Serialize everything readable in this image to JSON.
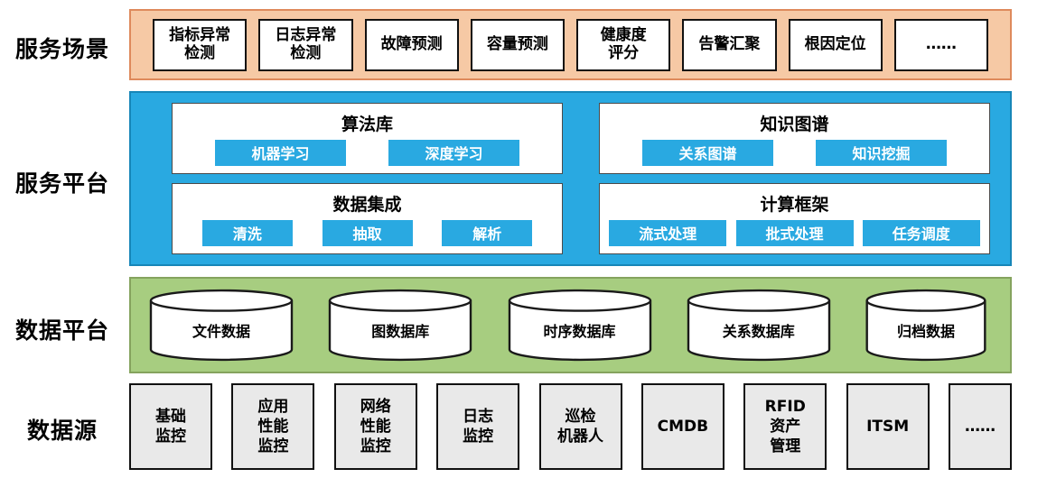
{
  "colors": {
    "scenario_band_fill": "#F6C9A5",
    "scenario_band_border": "#DE8A5C",
    "platform_band_fill": "#29A9E1",
    "platform_band_border": "#1786B8",
    "data_band_fill": "#A7CD80",
    "data_band_border": "#85A35E",
    "button_fill": "#29A9E1",
    "button_text": "#FFFFFF",
    "source_box_fill": "#E9E9E9"
  },
  "layers": {
    "scenario": {
      "label": "服务场景",
      "items": [
        {
          "label": "指标异常\n检测"
        },
        {
          "label": "日志异常\n检测"
        },
        {
          "label": "故障预测"
        },
        {
          "label": "容量预测"
        },
        {
          "label": "健康度\n评分"
        },
        {
          "label": "告警汇聚"
        },
        {
          "label": "根因定位"
        },
        {
          "label": "……"
        }
      ]
    },
    "platform": {
      "label": "服务平台",
      "panels": [
        {
          "title": "算法库",
          "buttons": [
            "机器学习",
            "深度学习"
          ]
        },
        {
          "title": "知识图谱",
          "buttons": [
            "关系图谱",
            "知识挖掘"
          ]
        },
        {
          "title": "数据集成",
          "buttons": [
            "清洗",
            "抽取",
            "解析"
          ]
        },
        {
          "title": "计算框架",
          "buttons": [
            "流式处理",
            "批式处理",
            "任务调度"
          ]
        }
      ]
    },
    "data_platform": {
      "label": "数据平台",
      "databases": [
        {
          "label": "文件数据"
        },
        {
          "label": "图数据库"
        },
        {
          "label": "时序数据库"
        },
        {
          "label": "关系数据库"
        },
        {
          "label": "归档数据"
        }
      ]
    },
    "data_source": {
      "label": "数据源",
      "items": [
        {
          "label": "基础\n监控"
        },
        {
          "label": "应用\n性能\n监控"
        },
        {
          "label": "网络\n性能\n监控"
        },
        {
          "label": "日志\n监控"
        },
        {
          "label": "巡检\n机器人"
        },
        {
          "label": "CMDB"
        },
        {
          "label": "RFID\n资产\n管理"
        },
        {
          "label": "ITSM"
        },
        {
          "label": "……"
        }
      ]
    }
  }
}
